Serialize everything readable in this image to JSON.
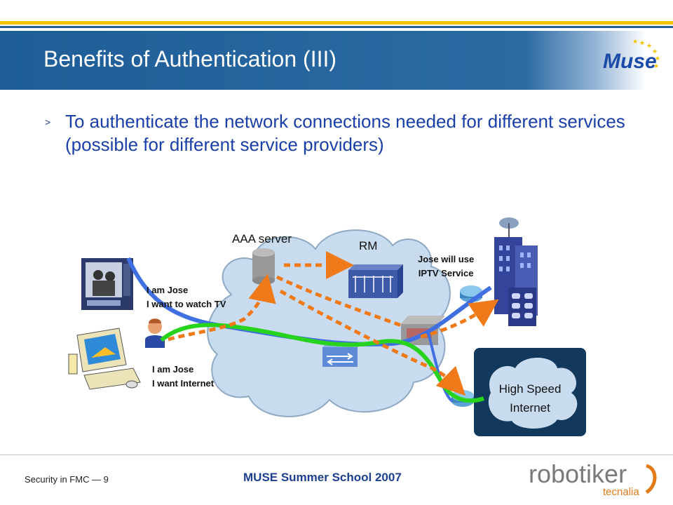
{
  "slide": {
    "title": "Benefits of Authentication (III)",
    "bullet_marker": ">",
    "bullet": "To authenticate the network connections needed for different services (possible for different service providers)"
  },
  "brand": {
    "muse_logo": "Muse",
    "robotiker_logo": "robotiker",
    "tecnalia": "tecnalia",
    "colors": {
      "header_blue": "#2b6aa3",
      "stripe_yellow": "#f2c300",
      "text_blue": "#1a3fa8",
      "path_blue": "#3f6fe0",
      "path_green": "#27d31d",
      "dash_orange": "#f07a1a"
    }
  },
  "diagram": {
    "aaa_label": "AAA server",
    "rm_label": "RM",
    "jose_iptv_line1": "Jose will use",
    "jose_iptv_line2": "IPTV Service",
    "tv_request_line1": "I am Jose",
    "tv_request_line2": "I want to watch TV",
    "net_request_line1": "I am Jose",
    "net_request_line2": "I want Internet",
    "hsi_line1": "High Speed",
    "hsi_line2": "Internet",
    "icons": [
      "tv-icon",
      "user-icon",
      "computer-icon",
      "server-icon",
      "rm-switch-icon",
      "router-icon",
      "building-icon",
      "cloud-icon"
    ]
  },
  "footer": {
    "left": "Security in FMC — 9",
    "center": "MUSE Summer School 2007"
  }
}
